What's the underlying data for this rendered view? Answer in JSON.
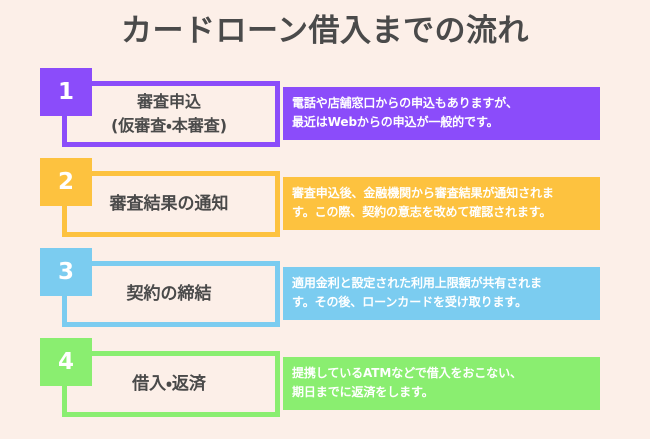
{
  "page": {
    "title": "カードローン借入までの流れ",
    "background_color": "#FCEFE8",
    "title_color": "#4A4A4A"
  },
  "steps": [
    {
      "number": "1",
      "title": "審査申込\n(仮審査・本審査)",
      "description": "電話や店舗窓口からの申込もありますが、\n最近はWebからの申込が一般的です。",
      "color": "#8B4CFA"
    },
    {
      "number": "2",
      "title": "審査結果の通知",
      "description": "審査申込後、金融機関から審査結果が通知されま\nす。この際、契約の意志を改めて確認されます。",
      "color": "#FDC23F"
    },
    {
      "number": "3",
      "title": "契約の締結",
      "description": "適用金利と設定された利用上限額が共有されま\nす。その後、ローンカードを受け取ります。",
      "color": "#7BCCF0"
    },
    {
      "number": "4",
      "title": "借入・返済",
      "description": "提携しているATMなどで借入をおこない、\n期日までに返済をします。",
      "color": "#8AEE70"
    }
  ]
}
